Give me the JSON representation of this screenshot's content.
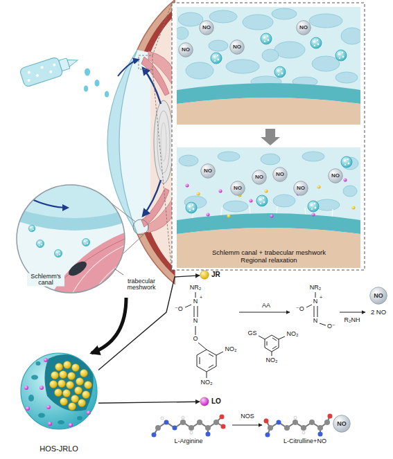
{
  "diagram": {
    "nodes": [
      {
        "text": [
          "NO"
        ]
      },
      {
        "text": [
          "NO"
        ]
      },
      {
        "text": [
          "NO"
        ]
      },
      {
        "text": [
          "NO"
        ]
      },
      {
        "text": [
          "Schlemm canal + trabecular meshwork",
          "Regional relaxation"
        ]
      },
      {
        "text": [
          "NO"
        ],
        "in": 4
      },
      {
        "text": [
          "NO"
        ],
        "in": 4
      },
      {
        "text": [
          "NO"
        ],
        "in": 4
      },
      {
        "text": [
          "NO"
        ],
        "in": 4
      },
      {
        "text": [
          "NO"
        ],
        "in": 4
      },
      {
        "text": [
          "NO"
        ],
        "in": 4
      },
      {
        "text": [
          "HOS-JRLO"
        ]
      },
      {
        "text": [
          "JR"
        ]
      },
      {
        "text": [
          "LO"
        ]
      },
      {
        "text": [
          "NO"
        ]
      },
      {
        "text": [
          "NO"
        ]
      }
    ],
    "edges": [
      {
        "from": 11,
        "to": 12,
        "arrow": "to"
      },
      {
        "from": 11,
        "to": 13,
        "arrow": "to"
      }
    ],
    "labels": [
      "Schlemm's canal",
      "trabecular meshwork",
      "NR₂",
      "N",
      "+",
      "⁻O",
      "N",
      "O",
      "NO₂",
      "NO₂",
      "AA",
      "GS",
      "NO₂",
      "NO₂",
      "NR₂",
      "N",
      "+",
      "⁻O",
      "N",
      "O⁻",
      "2 NO",
      "R₂NH",
      "L-Arginine",
      "NOS",
      "L-Citrulline+NO"
    ]
  }
}
